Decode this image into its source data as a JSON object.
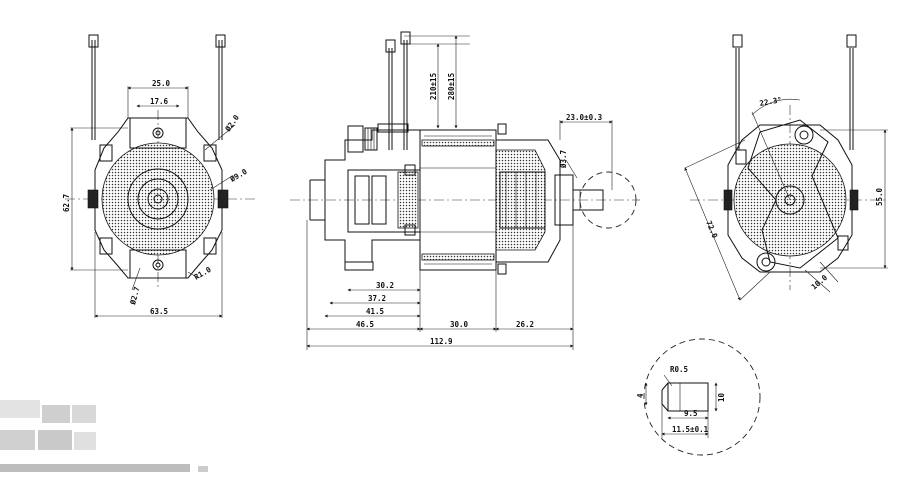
{
  "views": {
    "front": {
      "dims": {
        "top_width": "25.0",
        "inner_width": "17.6",
        "height": "62.7",
        "hole_dia": "Ø2.0",
        "boss_dia": "Ø9.0",
        "radius": "R1.0",
        "bottom_hole": "Ø2.7",
        "overall_width": "63.5"
      }
    },
    "side": {
      "dims": {
        "lead_1": "210±15",
        "lead_2": "280±15",
        "shaft_ext": "23.0±0.3",
        "shaft_dia": "Ø3.7",
        "d_30_2": "30.2",
        "d_37_2": "37.2",
        "d_41_5": "41.5",
        "d_46_5": "46.5",
        "d_30_0": "30.0",
        "d_26_2": "26.2",
        "overall_length": "112.9"
      }
    },
    "rear": {
      "dims": {
        "angle": "22.3°",
        "diag_width": "72.0",
        "height": "55.0",
        "offset": "10.0"
      }
    },
    "detail": {
      "dims": {
        "tip": "R0.5",
        "flat": "4",
        "dia": "10",
        "len_1": "9.5",
        "len_2": "11.5±0.1"
      }
    }
  },
  "colors": {
    "line": "#111111",
    "background": "#ffffff"
  }
}
